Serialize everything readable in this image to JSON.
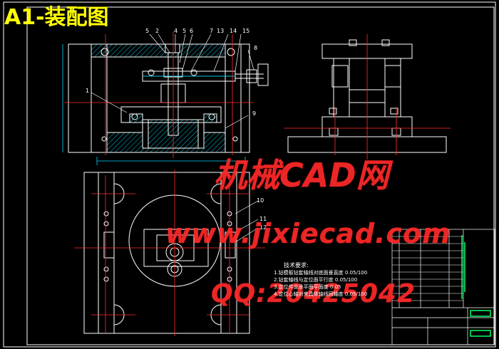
{
  "drawing": {
    "title": "A1-装配图",
    "part_numbers": [
      "5",
      "2",
      "4",
      "5",
      "6",
      "7",
      "13",
      "14",
      "15",
      "8",
      "1",
      "9",
      "10",
      "11",
      "12"
    ],
    "watermark_site": "机械CAD网",
    "watermark_url": "www.jixiecad.com",
    "watermark_qq": "QQ:20425042",
    "technical_requirements": {
      "title": "技术要求:",
      "lines": [
        "1.钻模板钻套轴线对底面垂直度 0.05/100",
        "2.钻套轴线与定位面平行度 0.05/100",
        "3.定位件支承平面平面度 0.05",
        "4.定位心轴对夹具体轴线同轴度 0.05/100"
      ]
    }
  },
  "colors": {
    "background": "#000000",
    "outline": "#ffffff",
    "hatch": "#00e5ff",
    "centerline": "#ff3030",
    "dimension": "#00d8ff",
    "title": "#ffff00",
    "watermark": "#ff2a2a",
    "accent": "#00ff66",
    "frame": "#ffffff"
  }
}
